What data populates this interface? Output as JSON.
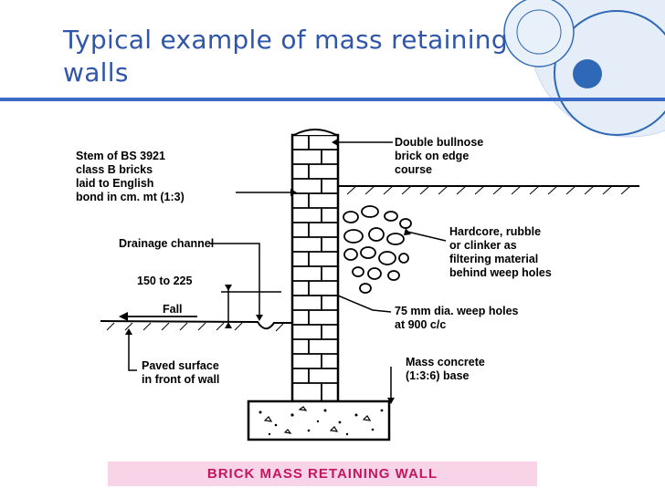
{
  "slide": {
    "title": "Typical example of mass retaining walls",
    "caption": "BRICK MASS RETAINING WALL",
    "accent_color": "#2f56a8",
    "caption_bg": "#f9d4e8",
    "caption_color": "#c2185b"
  },
  "diagram": {
    "labels": {
      "stem_1": "Stem of BS 3921",
      "stem_2": "class B bricks",
      "stem_3": "laid to English",
      "stem_4": "bond in cm. mt (1:3)",
      "bullnose_1": "Double bullnose",
      "bullnose_2": "brick on edge",
      "bullnose_3": "course",
      "hardcore_1": "Hardcore, rubble",
      "hardcore_2": "or clinker as",
      "hardcore_3": "filtering material",
      "hardcore_4": "behind weep holes",
      "drainage": "Drainage channel",
      "dimension": "150 to 225",
      "fall": "Fall",
      "weep_1": "75 mm dia. weep holes",
      "weep_2": "at 900 c/c",
      "paved_1": "Paved surface",
      "paved_2": "in front of wall",
      "concrete_1": "Mass concrete",
      "concrete_2": "(1:3:6) base"
    }
  }
}
